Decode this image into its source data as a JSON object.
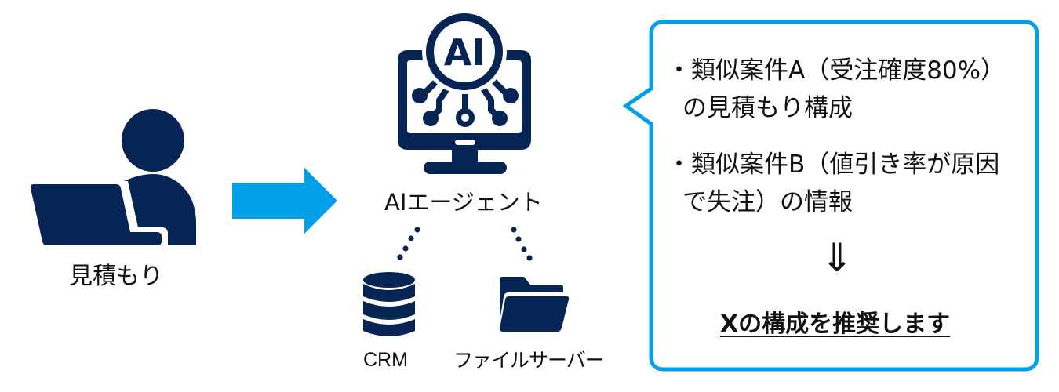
{
  "colors": {
    "icon_navy": "#062454",
    "accent_blue": "#009FE8",
    "text": "#111111"
  },
  "user": {
    "icon": "person-at-laptop-icon",
    "label": "見積もり"
  },
  "flow_arrow": {
    "icon": "right-arrow-icon"
  },
  "agent": {
    "icon": "ai-monitor-icon",
    "icon_text": "AI",
    "label": "AIエージェント"
  },
  "sources": [
    {
      "icon": "database-icon",
      "label": "CRM"
    },
    {
      "icon": "folder-icon",
      "label": "ファイルサーバー"
    }
  ],
  "bubble": {
    "items": [
      {
        "bullet": "・",
        "line1": "類似案件A（受注確度80%）",
        "line2": "の見積もり構成"
      },
      {
        "bullet": "・",
        "line1": "類似案件B（値引き率が原因",
        "line2": "で失注）の情報"
      }
    ],
    "arrow": "⇓",
    "conclusion": "Xの構成を推奨します"
  }
}
